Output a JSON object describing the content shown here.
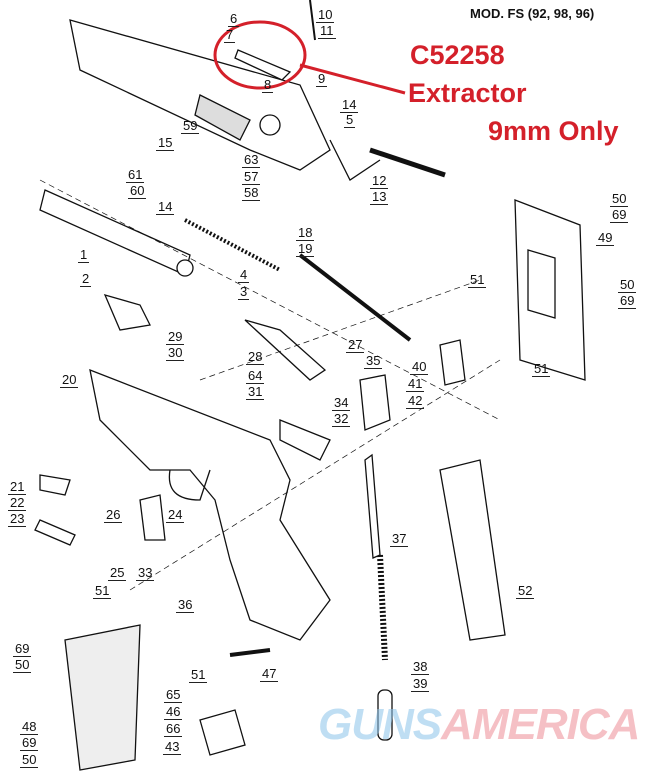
{
  "header": {
    "model": "MOD. FS  (92, 98, 96)"
  },
  "callout": {
    "part_number": "C52258",
    "part_name": "Extractor",
    "note": "9mm Only",
    "color": "#d4202a"
  },
  "watermark": {
    "left": "GUNS",
    "right": "AMERICA"
  },
  "labels": [
    "6",
    "7",
    "8",
    "9",
    "10",
    "11",
    "14",
    "5",
    "59",
    "15",
    "63",
    "61",
    "60",
    "57",
    "58",
    "14",
    "12",
    "13",
    "50",
    "69",
    "49",
    "18",
    "19",
    "1",
    "4",
    "3",
    "2",
    "51",
    "50",
    "69",
    "29",
    "30",
    "27",
    "35",
    "28",
    "40",
    "41",
    "42",
    "64",
    "31",
    "34",
    "32",
    "20",
    "51",
    "21",
    "22",
    "23",
    "26",
    "24",
    "37",
    "25",
    "33",
    "51",
    "52",
    "36",
    "69",
    "50",
    "47",
    "38",
    "39",
    "51",
    "65",
    "46",
    "66",
    "43",
    "48",
    "69",
    "50"
  ]
}
